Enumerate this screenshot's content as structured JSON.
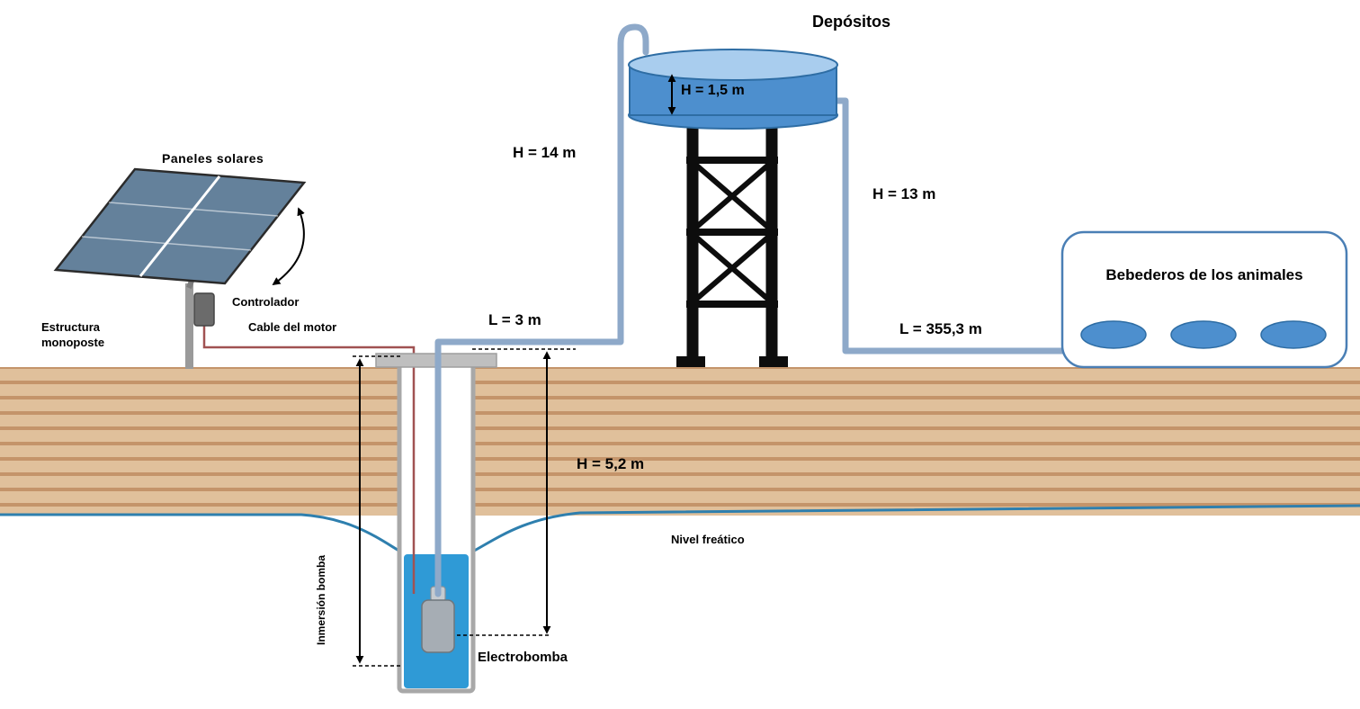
{
  "labels": {
    "tank_title": "Depósitos",
    "tank_height": "H = 1,5 m",
    "riser_height": "H = 14 m",
    "outlet_height": "H = 13 m",
    "panels": "Paneles solares",
    "controller": "Controlador",
    "structure": "Estructura monoposte",
    "motor_cable": "Cable del motor",
    "well_to_tank_length": "L = 3 m",
    "tank_to_troughs_length": "L = 355,3 m",
    "troughs_title": "Bebederos de los animales",
    "well_depth": "H = 5,2 m",
    "water_table": "Nivel freático",
    "pump_immersion": "Inmersión bomba",
    "pump": "Electrobomba"
  },
  "colors": {
    "tank": "#4d8fce",
    "tank_top": "#a9cdee",
    "tank_outline": "#2e6da4",
    "ground": "#e0c09b",
    "ground_stripe": "#c4946a",
    "water": "#2f9ad6",
    "pipe": "#8ea9c9",
    "water_table": "#2e7fae",
    "panel": "#64819b",
    "tower": "#0d0d0d",
    "trough": "#4d8fce",
    "cable": "#a05252",
    "pole": "#9a9a9a",
    "pump_body": "#a6adb4",
    "casing": "#a8a8a8",
    "box_border": "#4a7fb5"
  }
}
